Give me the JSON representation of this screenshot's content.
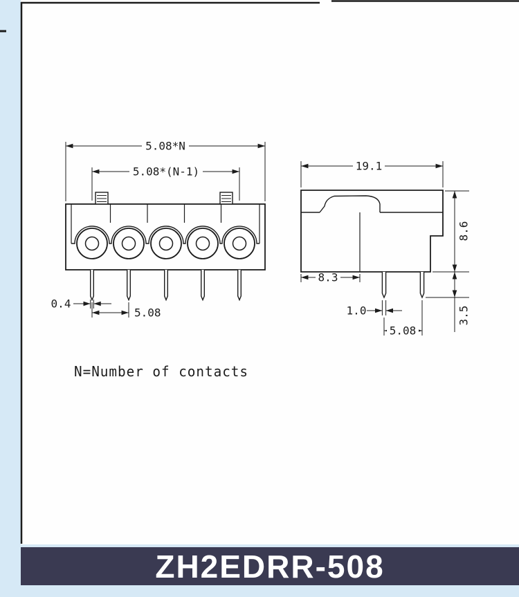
{
  "page": {
    "background_color": "#d6e9f6",
    "sheet_color": "#fefefe",
    "line_color": "#1c1c1c"
  },
  "drawing": {
    "note": "N=Number of contacts",
    "front_view": {
      "dims": {
        "total_width": "5.08*N",
        "pitch_span": "5.08*(N-1)",
        "pin_width": "0.4",
        "pitch": "5.08"
      }
    },
    "side_view": {
      "dims": {
        "width": "19.1",
        "height": "8.6",
        "depth": "8.3",
        "pin_width": "1.0",
        "pin_pitch": "5.08",
        "pin_length": "3.5"
      }
    }
  },
  "footer": {
    "part_number": "ZH2EDRR-508",
    "bg_color": "#3a3a52",
    "text_color": "#ffffff"
  }
}
